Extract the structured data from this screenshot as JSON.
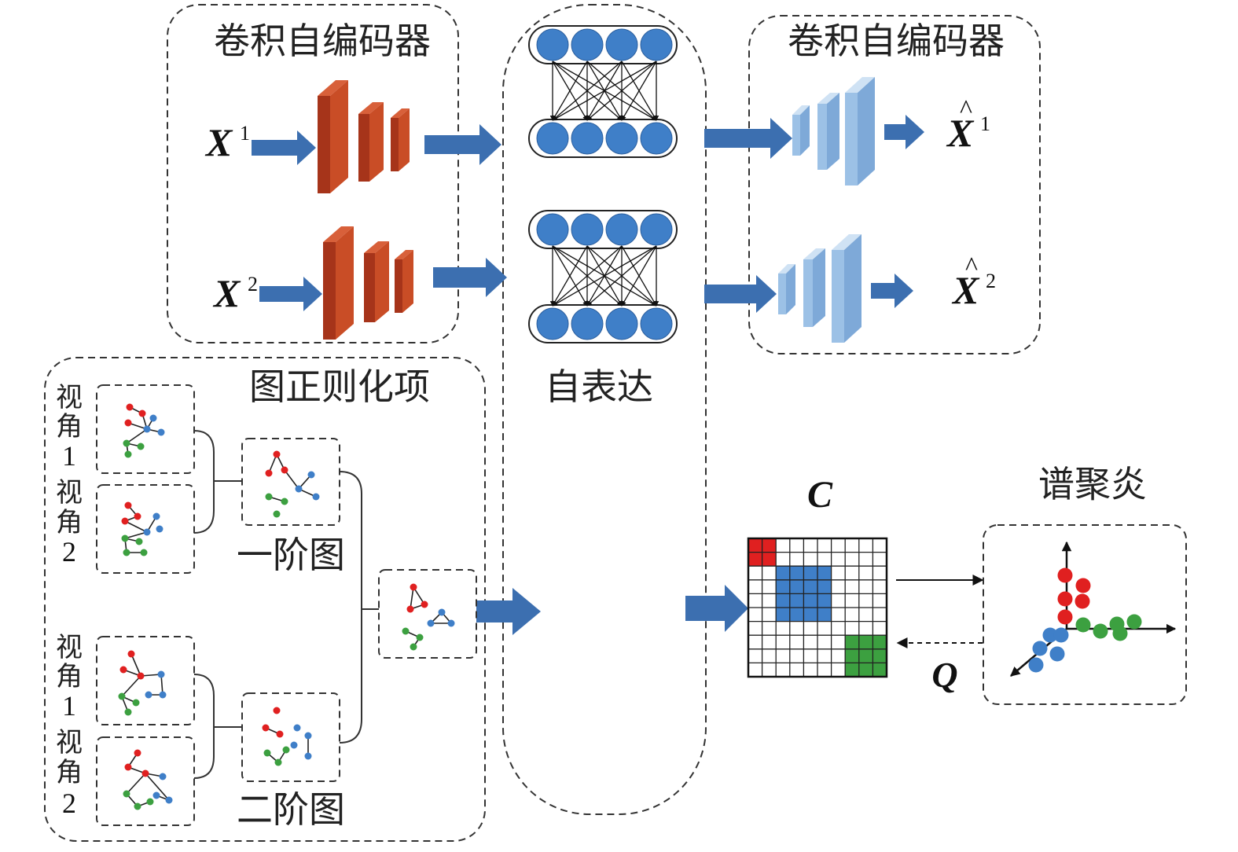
{
  "encoder": {
    "title_left": "卷积自编码器",
    "title_right": "卷积自编码器"
  },
  "inputs": [
    {
      "symbol": "X",
      "superscript": "1"
    },
    {
      "symbol": "X",
      "superscript": "2"
    }
  ],
  "outputs": [
    {
      "symbol": "X",
      "hat": "^",
      "superscript": "1"
    },
    {
      "symbol": "X",
      "hat": "^",
      "superscript": "2"
    }
  ],
  "self_expression": {
    "label": "自表达"
  },
  "graph_reg": {
    "title": "图正则化项",
    "view1": [
      "视",
      "角",
      "1"
    ],
    "view2": [
      "视",
      "角",
      "2"
    ],
    "first_order": "一阶图",
    "second_order": "二阶图"
  },
  "matrix": {
    "label": "C"
  },
  "spectral": {
    "label": "谱聚炎",
    "feedback": "Q"
  },
  "colors": {
    "encoder": "#b5401f",
    "decoder": "#8fb7e0",
    "arrow": "#3c6fb0",
    "node": "#3f7fc8",
    "red": "#e02020",
    "blue": "#3f7fc8",
    "green": "#3ca040"
  }
}
